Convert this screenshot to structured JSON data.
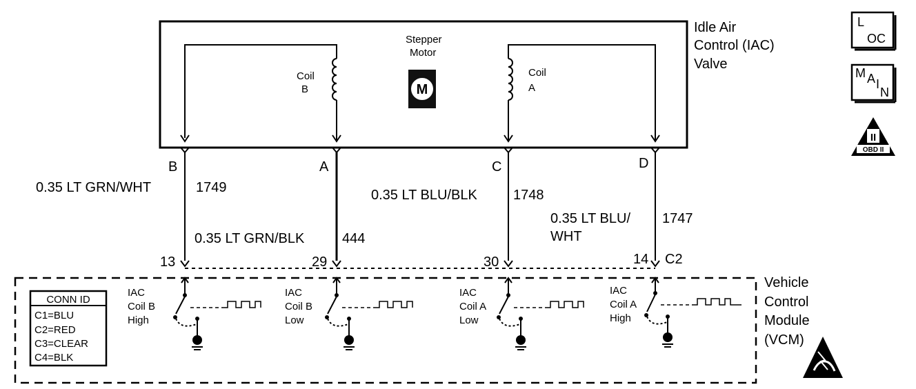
{
  "iac_valve": {
    "title_lines": [
      "Idle Air",
      "Control (IAC)",
      "Valve"
    ]
  },
  "motor": {
    "label_lines": [
      "Stepper",
      "Motor"
    ],
    "symbol": "M"
  },
  "coils": [
    {
      "lines": [
        "Coil",
        "B"
      ]
    },
    {
      "lines": [
        "Coil",
        "A"
      ]
    }
  ],
  "terminals": [
    "B",
    "A",
    "C",
    "D"
  ],
  "wires": [
    {
      "gauge_color": "0.35 LT GRN/WHT",
      "circuit": "1749"
    },
    {
      "gauge_color": "0.35 LT GRN/BLK",
      "circuit": "444"
    },
    {
      "gauge_color": "0.35 LT BLU/BLK",
      "circuit": "1748"
    },
    {
      "gauge_color_lines": [
        "0.35 LT BLU/",
        "WHT"
      ],
      "circuit": "1747"
    }
  ],
  "vcm_pins": [
    "13",
    "29",
    "30",
    "14"
  ],
  "connector": "C2",
  "vcm": {
    "title_lines": [
      "Vehicle",
      "Control",
      "Module",
      "(VCM)"
    ]
  },
  "drivers": [
    {
      "lines": [
        "IAC",
        "Coil B",
        "High"
      ]
    },
    {
      "lines": [
        "IAC",
        "Coil B",
        "Low"
      ]
    },
    {
      "lines": [
        "IAC",
        "Coil A",
        "Low"
      ]
    },
    {
      "lines": [
        "IAC",
        "Coil A",
        "High"
      ]
    }
  ],
  "conn_id": {
    "header": "CONN ID",
    "rows": [
      "C1=BLU",
      "C2=RED",
      "C3=CLEAR",
      "C4=BLK"
    ]
  },
  "side_icons": {
    "loc": {
      "big": "L",
      "sub": "OC"
    },
    "main": {
      "big": "M",
      "sub1": "A",
      "sub2": "I",
      "sub3": "N"
    },
    "obd": {
      "roman": "II",
      "text": "OBD II"
    }
  },
  "esd_icon": "esd-warning-icon"
}
